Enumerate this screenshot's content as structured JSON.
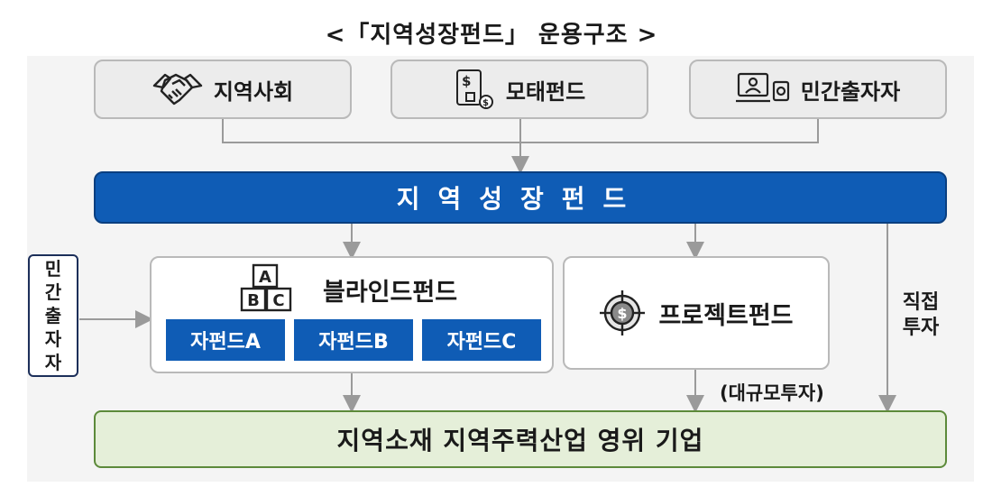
{
  "title": "<「지역성장펀드」 운용구조 >",
  "sources": [
    {
      "label": "지역사회",
      "icon": "handshake-icon"
    },
    {
      "label": "모태펀드",
      "icon": "fund-document-icon"
    },
    {
      "label": "민간출자자",
      "icon": "computer-investor-icon"
    }
  ],
  "regional_growth_fund": "지역성장펀드",
  "private_investor_side": [
    "민",
    "간",
    "출",
    "자",
    "자"
  ],
  "blind_fund": {
    "label": "블라인드펀드",
    "icon": "abc-blocks-icon",
    "blocks": [
      "A",
      "B",
      "C"
    ],
    "sub_funds": [
      "자펀드A",
      "자펀드B",
      "자펀드C"
    ]
  },
  "project_fund": {
    "label": "프로젝트펀드",
    "icon": "target-dollar-icon"
  },
  "direct_investment": [
    "직접",
    "투자"
  ],
  "large_scale_investment": "(대규모투자)",
  "target": "지역소재 지역주력산업 영위 기업",
  "colors": {
    "fund_blue": "#0f5cb5",
    "target_green": "#e5efd9",
    "connector_gray": "#9a9a9a"
  }
}
